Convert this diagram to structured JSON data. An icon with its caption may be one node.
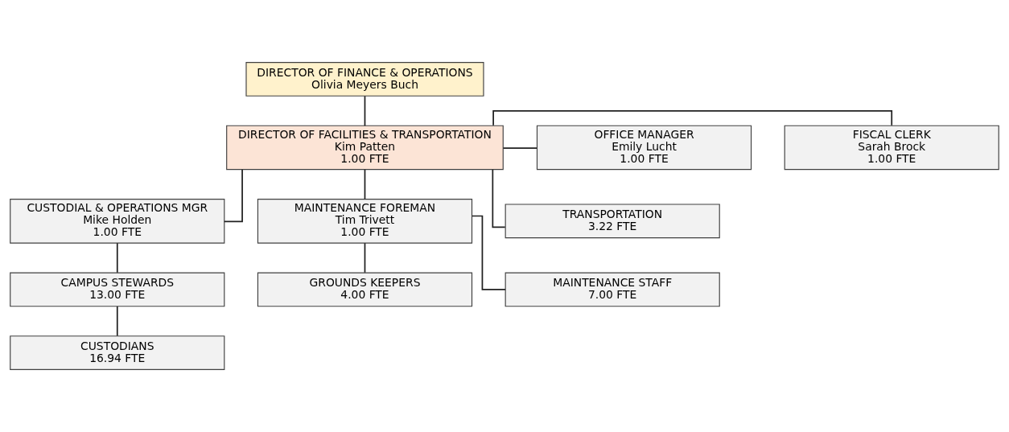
{
  "diagram": {
    "nodes": [
      {
        "text": [
          "DIRECTOR OF FINANCE & OPERATIONS",
          "Olivia Meyers Buch"
        ]
      },
      {
        "text": [
          "FISCAL CLERK",
          "Sarah Brock",
          "1.00 FTE"
        ]
      },
      {
        "text": [
          "DIRECTOR OF FACILITIES & TRANSPORTATION",
          "Kim Patten",
          "1.00 FTE"
        ]
      },
      {
        "text": [
          "OFFICE MANAGER",
          "Emily Lucht",
          "1.00 FTE"
        ]
      },
      {
        "text": [
          "CUSTODIAL & OPERATIONS MGR",
          "Mike Holden",
          "1.00 FTE"
        ]
      },
      {
        "text": [
          "MAINTENANCE FOREMAN",
          "Tim Trivett",
          "1.00 FTE"
        ]
      },
      {
        "text": [
          "TRANSPORTATION",
          "3.22 FTE"
        ]
      },
      {
        "text": [
          "CAMPUS STEWARDS",
          "13.00 FTE"
        ]
      },
      {
        "text": [
          "GROUNDS KEEPERS",
          "4.00 FTE"
        ]
      },
      {
        "text": [
          "CUSTODIANS",
          "16.94 FTE"
        ]
      },
      {
        "text": [
          "MAINTENANCE STAFF",
          "7.00 FTE"
        ]
      }
    ],
    "edges": [
      {
        "from": 0,
        "to": 2,
        "arrow": "none"
      },
      {
        "from": 2,
        "to": 1,
        "arrow": "none"
      },
      {
        "from": 2,
        "to": 3,
        "arrow": "none"
      },
      {
        "from": 2,
        "to": 4,
        "arrow": "none"
      },
      {
        "from": 2,
        "to": 5,
        "arrow": "none"
      },
      {
        "from": 2,
        "to": 6,
        "arrow": "none"
      },
      {
        "from": 4,
        "to": 7,
        "arrow": "none"
      },
      {
        "from": 7,
        "to": 9,
        "arrow": "none"
      },
      {
        "from": 5,
        "to": 8,
        "arrow": "none"
      },
      {
        "from": 5,
        "to": 10,
        "arrow": "none"
      }
    ]
  }
}
